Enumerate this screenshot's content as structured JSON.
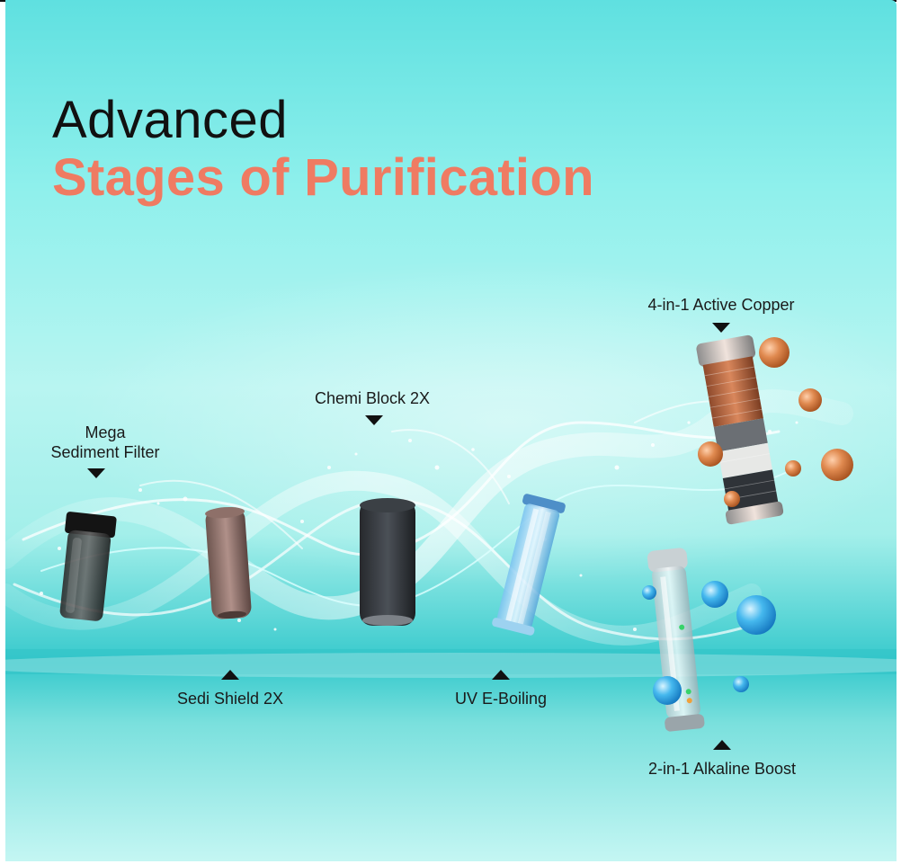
{
  "heading": {
    "line1": "Advanced",
    "line2": "Stages of Purification"
  },
  "stages": {
    "mega_sediment": {
      "line1": "Mega",
      "line2": "Sediment Filter"
    },
    "sedi_shield": "Sedi Shield 2X",
    "chemi_block": "Chemi Block 2X",
    "uv_boiling": "UV E-Boiling",
    "active_copper": "4-in-1 Active Copper",
    "alkaline_boost": "2-in-1 Alkaline Boost"
  },
  "colors": {
    "accent": "#ef7b62",
    "text": "#111111",
    "background": "#8ff0ec"
  }
}
